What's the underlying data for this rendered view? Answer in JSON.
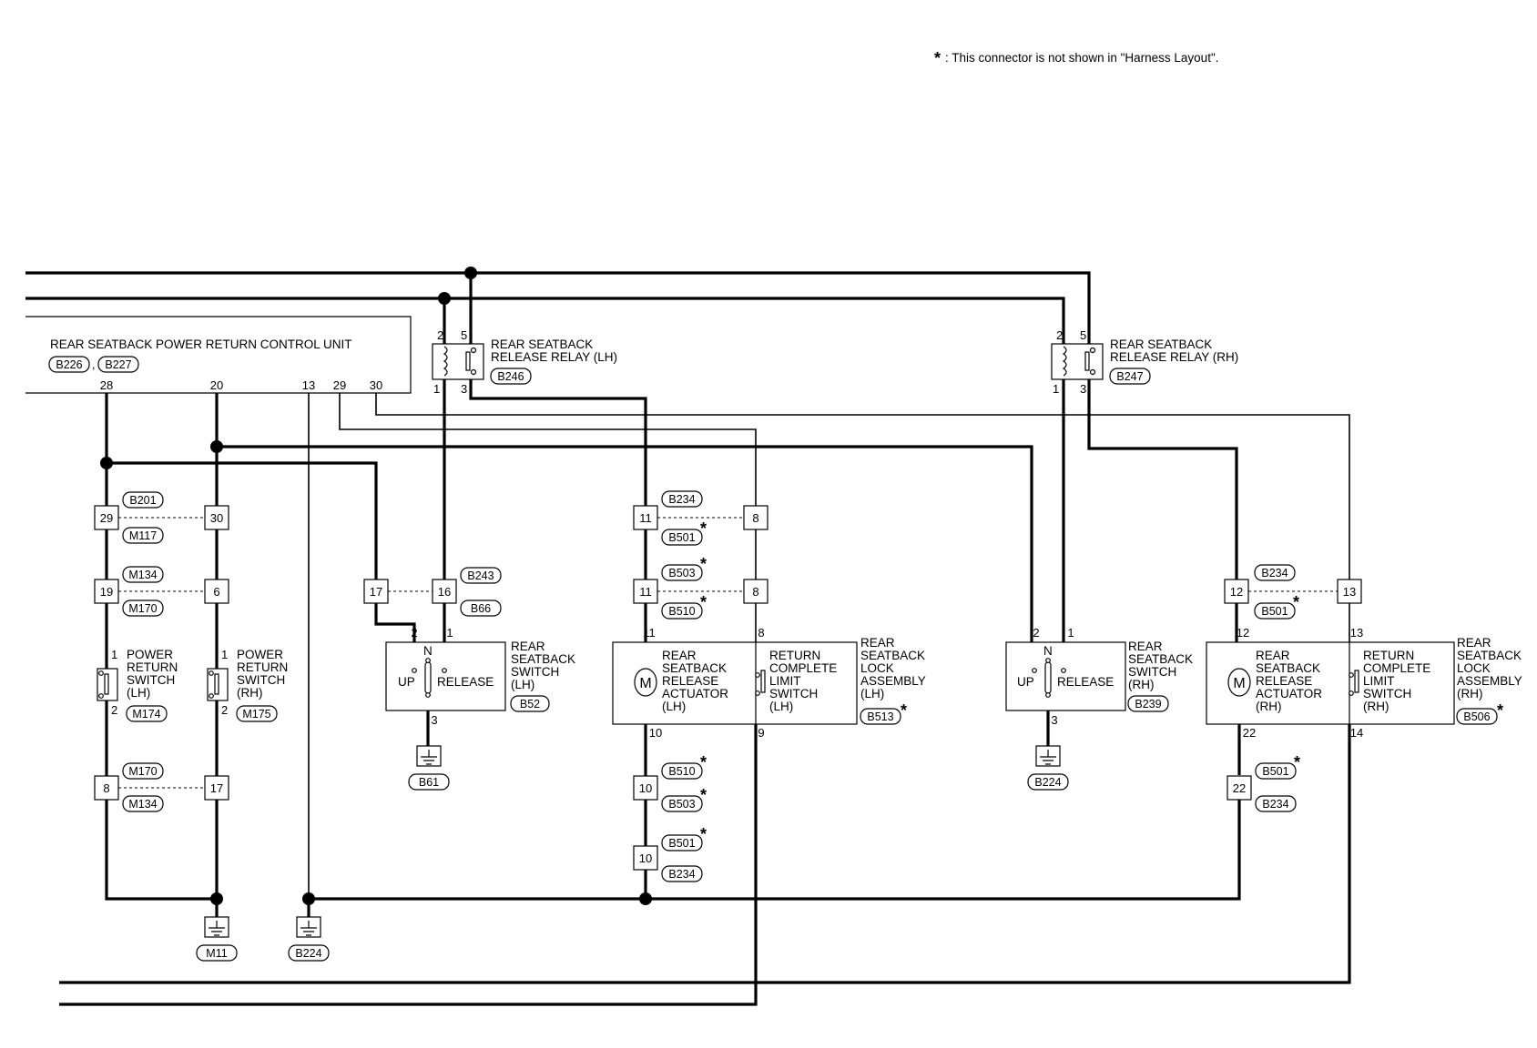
{
  "note": {
    "star": "*",
    "text": ": This connector is not shown in \"Harness Layout\"."
  },
  "control_unit": {
    "title": "REAR SEATBACK POWER RETURN CONTROL UNIT",
    "connector_1": "B226",
    "separator": ",",
    "connector_2": "B227",
    "pins": [
      "28",
      "20",
      "13",
      "29",
      "30"
    ]
  },
  "relay_lh": {
    "name_line_1": "REAR SEATBACK",
    "name_line_2": "RELEASE RELAY (LH)",
    "connector": "B246",
    "pins": [
      "2",
      "5",
      "1",
      "3"
    ]
  },
  "relay_rh": {
    "name_line_1": "REAR SEATBACK",
    "name_line_2": "RELEASE RELAY (RH)",
    "connector": "B247",
    "pins": [
      "2",
      "5",
      "1",
      "3"
    ]
  },
  "junctions": {
    "j1": {
      "a": "29",
      "b": "30",
      "tag_top": "B201",
      "tag_bottom": "M117"
    },
    "j2": {
      "a": "19",
      "b": "6",
      "tag_top": "M134",
      "tag_bottom": "M170"
    },
    "j3": {
      "a": "8",
      "b": "17",
      "tag_top": "M170",
      "tag_bottom": "M134"
    },
    "j4": {
      "a": "17",
      "b": "16",
      "tag_top": "B243",
      "tag_bottom": "B66"
    },
    "j5": {
      "a": "11",
      "b": "8",
      "tag_top": "B234",
      "tag_bottom": "B501"
    },
    "j6": {
      "a": "11",
      "b": "8",
      "tag_top": "B503",
      "tag_bottom": "B510"
    },
    "j7": {
      "a": "10",
      "tag_top": "B510",
      "tag_bottom": "B503"
    },
    "j8": {
      "a": "10",
      "tag_top": "B501",
      "tag_bottom": "B234"
    },
    "j9": {
      "a": "12",
      "b": "13",
      "tag_top": "B234",
      "tag_bottom": "B501"
    },
    "j10": {
      "a": "22",
      "tag_top": "B501",
      "tag_bottom": "B234"
    }
  },
  "prs_lh": {
    "l1": "POWER",
    "l2": "RETURN",
    "l3": "SWITCH",
    "l4": "(LH)",
    "connector": "M174",
    "pins": [
      "1",
      "2"
    ]
  },
  "prs_rh": {
    "l1": "POWER",
    "l2": "RETURN",
    "l3": "SWITCH",
    "l4": "(RH)",
    "connector": "M175",
    "pins": [
      "1",
      "2"
    ]
  },
  "switch_lh": {
    "l1": "REAR",
    "l2": "SEATBACK",
    "l3": "SWITCH",
    "l4": "(LH)",
    "connector": "B52",
    "up": "UP",
    "n": "N",
    "release": "RELEASE",
    "pins": [
      "2",
      "1",
      "3"
    ]
  },
  "switch_rh": {
    "l1": "REAR",
    "l2": "SEATBACK",
    "l3": "SWITCH",
    "l4": "(RH)",
    "connector": "B239",
    "up": "UP",
    "n": "N",
    "release": "RELEASE",
    "pins": [
      "2",
      "1",
      "3"
    ]
  },
  "lock_lh": {
    "actuator": [
      "REAR",
      "SEATBACK",
      "RELEASE",
      "ACTUATOR",
      "(LH)"
    ],
    "limit": [
      "RETURN",
      "COMPLETE",
      "LIMIT",
      "SWITCH",
      "(LH)"
    ],
    "assembly": [
      "REAR",
      "SEATBACK",
      "LOCK",
      "ASSEMBLY",
      "(LH)"
    ],
    "connector": "B513",
    "motor": "M",
    "pins": [
      "11",
      "8",
      "10",
      "9"
    ]
  },
  "lock_rh": {
    "actuator": [
      "REAR",
      "SEATBACK",
      "RELEASE",
      "ACTUATOR",
      "(RH)"
    ],
    "limit": [
      "RETURN",
      "COMPLETE",
      "LIMIT",
      "SWITCH",
      "(RH)"
    ],
    "assembly": [
      "REAR",
      "SEATBACK",
      "LOCK",
      "ASSEMBLY",
      "(RH)"
    ],
    "connector": "B506",
    "motor": "M",
    "pins": [
      "12",
      "13",
      "22",
      "14"
    ]
  },
  "grounds": {
    "g_b61": "B61",
    "g_b224_rh": "B224",
    "g_m11": "M11",
    "g_b224": "B224"
  }
}
